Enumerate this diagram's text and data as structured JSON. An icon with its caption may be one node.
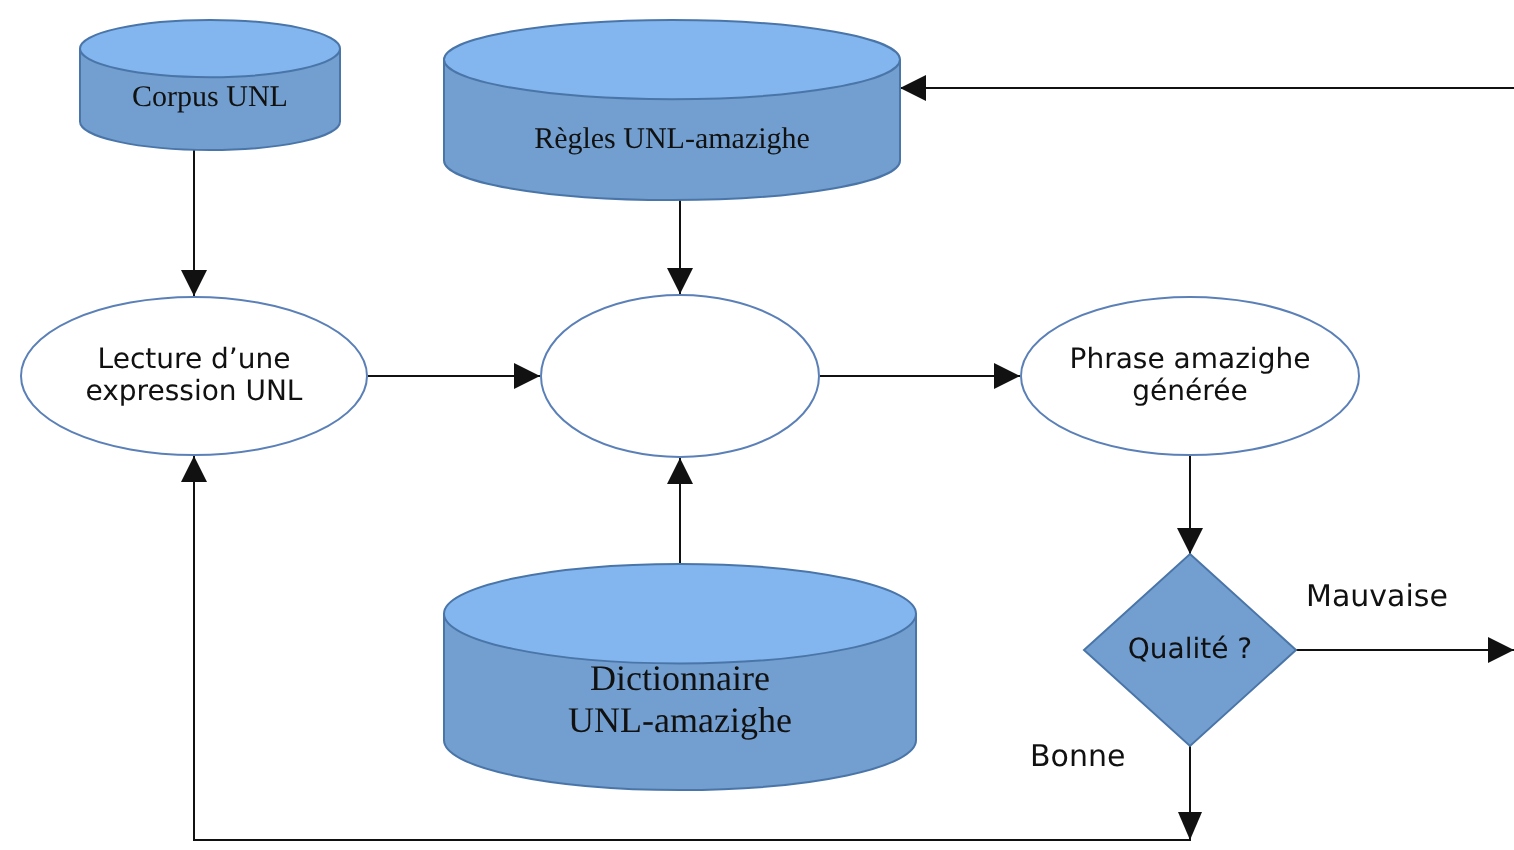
{
  "diagram": {
    "nodes": [
      {
        "text": [
          "Corpus UNL"
        ]
      },
      {
        "text": [
          "Règles UNL-amazighe"
        ]
      },
      {
        "text": [
          "Lecture d’une expression UNL"
        ]
      },
      {
        "text": [],
        "shape": "ellipse"
      },
      {
        "text": [
          "Phrase amazighe générée"
        ]
      },
      {
        "text": [
          "Dictionnaire UNL-amazighe"
        ]
      },
      {
        "text": [
          "Qualité ?"
        ]
      }
    ],
    "edges": [
      {
        "from": 0,
        "to": 2,
        "arrow": "to"
      },
      {
        "from": 1,
        "to": 3,
        "arrow": "to"
      },
      {
        "from": 2,
        "to": 3,
        "arrow": "to"
      },
      {
        "from": 3,
        "to": 4,
        "arrow": "to"
      },
      {
        "from": 5,
        "to": 3,
        "arrow": "to"
      },
      {
        "from": 4,
        "to": 6,
        "arrow": "to"
      },
      {
        "from": 6,
        "to": 2,
        "arrow": "to",
        "label": "Bonne"
      },
      {
        "from": 6,
        "to": null,
        "arrow": "to",
        "label": "Mauvaise"
      },
      {
        "from": null,
        "to": 1,
        "arrow": "to"
      }
    ]
  }
}
